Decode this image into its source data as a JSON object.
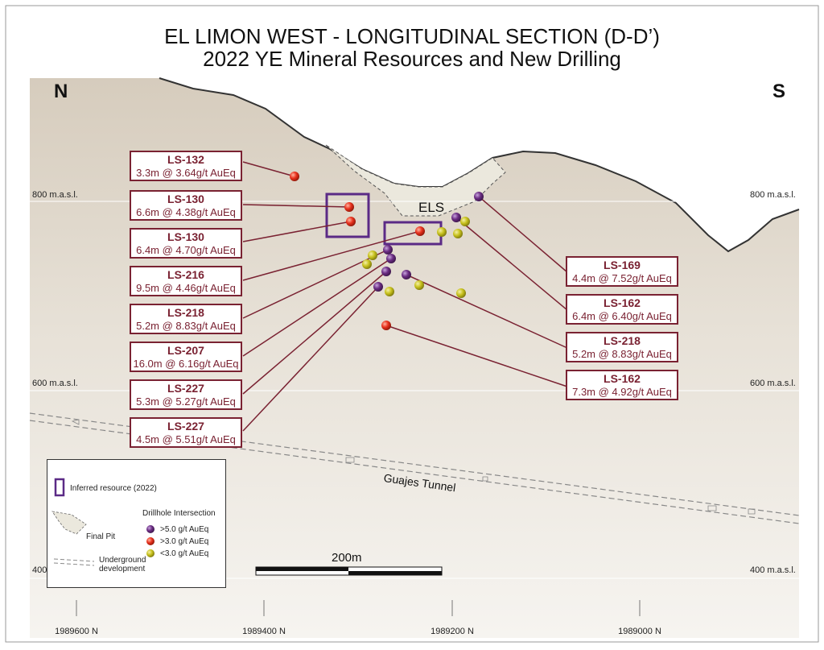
{
  "title": {
    "line1": "EL LIMON WEST - LONGITUDINAL SECTION (D-D’)",
    "line2": "2022 YE Mineral Resources and New Drilling"
  },
  "orientation": {
    "left": "N",
    "right": "S"
  },
  "elevations": {
    "e800_left": "800 m.a.s.l.",
    "e800_right": "800 m.a.s.l.",
    "e600_left": "600 m.a.s.l.",
    "e600_right": "600 m.a.s.l.",
    "e400_left": "400",
    "e400_right": "400 m.a.s.l."
  },
  "northings": [
    "1989600 N",
    "1989400 N",
    "1989200 N",
    "1989000 N"
  ],
  "labels": {
    "els": "ELS",
    "tunnel": "Guajes Tunnel"
  },
  "scale_bar": {
    "label": "200m"
  },
  "intercepts_left": [
    {
      "hole": "LS-132",
      "grade": "3.3m @ 3.64g/t AuEq"
    },
    {
      "hole": "LS-130",
      "grade": "6.6m @ 4.38g/t AuEq"
    },
    {
      "hole": "LS-130",
      "grade": "6.4m @ 4.70g/t AuEq"
    },
    {
      "hole": "LS-216",
      "grade": "9.5m @ 4.46g/t AuEq"
    },
    {
      "hole": "LS-218",
      "grade": "5.2m @ 8.83g/t AuEq"
    },
    {
      "hole": "LS-207",
      "grade": "16.0m @ 6.16g/t AuEq"
    },
    {
      "hole": "LS-227",
      "grade": "5.3m @ 5.27g/t AuEq"
    },
    {
      "hole": "LS-227",
      "grade": "4.5m @ 5.51g/t AuEq"
    }
  ],
  "intercepts_right": [
    {
      "hole": "LS-169",
      "grade": "4.4m @ 7.52g/t AuEq"
    },
    {
      "hole": "LS-162",
      "grade": "6.4m @ 6.40g/t AuEq"
    },
    {
      "hole": "LS-218",
      "grade": "5.2m @ 8.83g/t AuEq"
    },
    {
      "hole": "LS-162",
      "grade": "7.3m @ 4.92g/t AuEq"
    }
  ],
  "legend": {
    "inferred": "Inferred resource (2022)",
    "final_pit": "Final Pit",
    "underground": "Underground development",
    "drillhole_title": "Drillhole Intersection",
    "high": ">5.0 g/t AuEq",
    "mid": ">3.0 g/t AuEq",
    "low": "<3.0 g/t AuEq"
  },
  "colors": {
    "high_grade": "#6b2d83",
    "mid_grade": "#e8321e",
    "low_grade": "#c8c21e",
    "inferred_outline": "#5b2a86",
    "callout": "#7a2232",
    "ground": "#dcd4c8"
  }
}
